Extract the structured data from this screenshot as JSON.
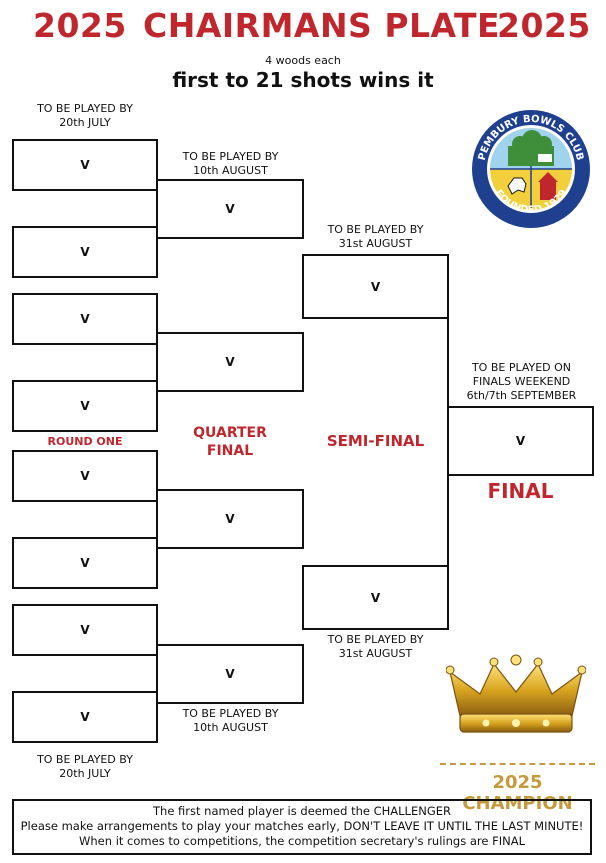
{
  "header": {
    "year_left": "2025",
    "title": "CHAIRMANS PLATE",
    "year_right": "2025",
    "subtitle_small": "4 woods each",
    "subtitle_big": "first to 21 shots wins it"
  },
  "logo": {
    "text_top": "PEMBURY BOWLS CLUB",
    "text_bottom": "FOUNDED 1929"
  },
  "match_marker": "V",
  "labels": {
    "r1_top": [
      "TO BE PLAYED BY",
      "20th JULY"
    ],
    "qf_top": [
      "TO BE PLAYED BY",
      "10th AUGUST"
    ],
    "sf_top": [
      "TO BE PLAYED BY",
      "31st AUGUST"
    ],
    "final": [
      "TO BE PLAYED ON",
      "FINALS WEEKEND",
      "6th/7th SEPTEMBER"
    ],
    "sf_bottom": [
      "TO BE PLAYED BY",
      "31st AUGUST"
    ],
    "qf_bottom": [
      "TO BE PLAYED BY",
      "10th AUGUST"
    ],
    "r1_bottom": [
      "TO BE PLAYED BY",
      "20th JULY"
    ]
  },
  "rounds": {
    "round_one": "ROUND ONE",
    "quarter_1": "QUARTER",
    "quarter_2": "FINAL",
    "semi": "SEMI-FINAL",
    "final": "FINAL"
  },
  "champion": "2025 CHAMPION",
  "notes": [
    "The first named player is deemed the CHALLENGER",
    "Please make arrangements to play your matches early, DON'T LEAVE IT UNTIL THE LAST MINUTE!",
    "When it comes to competitions, the competition secretary's rulings are FINAL"
  ],
  "colors": {
    "title_red": "#c0272d",
    "champion_gold": "#c49a3c",
    "logo_navy": "#1f3f8f",
    "logo_yellow": "#f2d03b"
  }
}
